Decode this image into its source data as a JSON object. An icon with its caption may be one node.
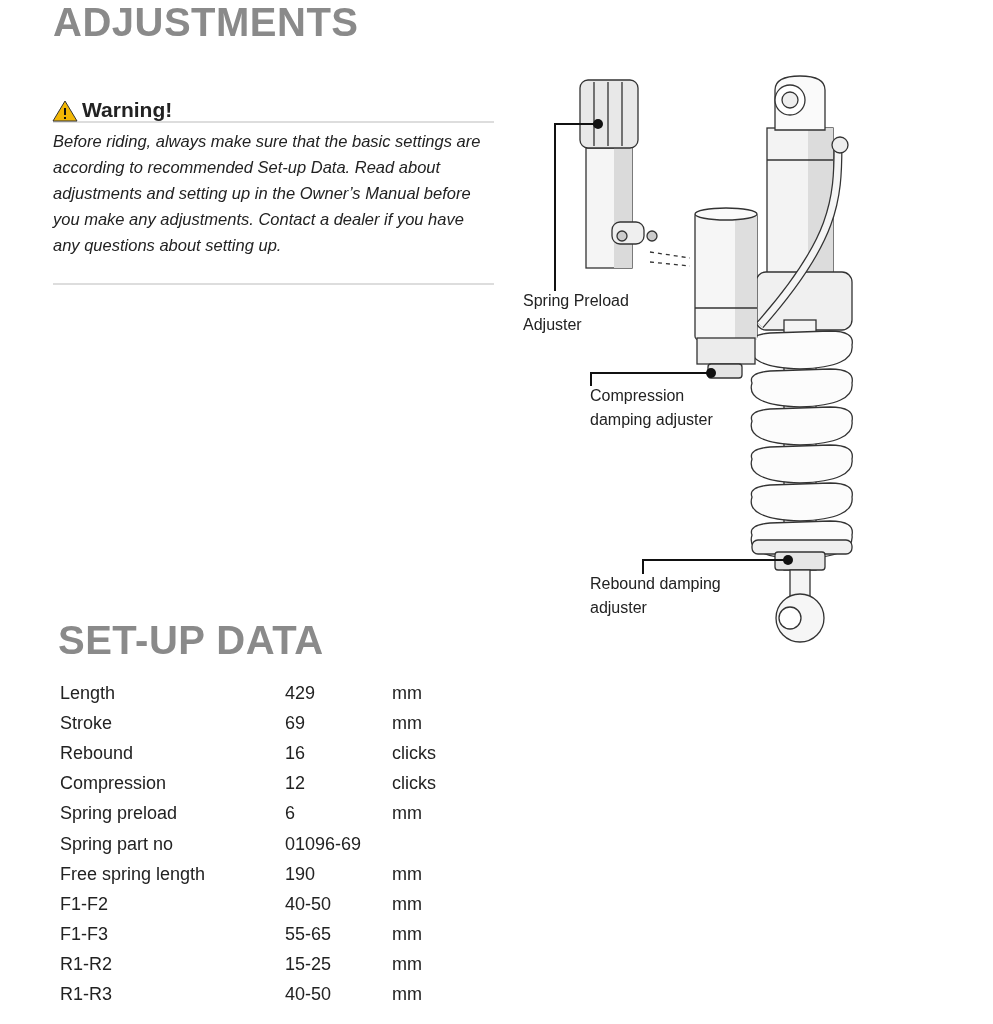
{
  "diagram": {
    "title": "ADJUSTMENTS",
    "nodes": [
      {
        "text": [
          "Spring Preload Adjuster"
        ]
      },
      {
        "text": [
          "Compression damping adjuster"
        ]
      },
      {
        "text": [
          "Rebound damping adjuster"
        ]
      }
    ],
    "edges": [
      {
        "from": 0,
        "to": null,
        "arrow": "other"
      },
      {
        "from": 1,
        "to": null,
        "arrow": "other"
      },
      {
        "from": 2,
        "to": null,
        "arrow": "other"
      }
    ],
    "labels": [
      "Warning!",
      "Before riding, always make sure that the basic settings are according to recommended Set-up Data. Read about adjustments and setting up in the Owner’s Manual before you make any adjustments. Contact a dealer if you have any questions about setting up.",
      "SET-UP DATA",
      "Length",
      "429",
      "mm",
      "Stroke",
      "69",
      "mm",
      "Rebound",
      "16",
      "clicks",
      "Compression",
      "12",
      "clicks",
      "Spring preload",
      "6",
      "mm",
      "Spring part no",
      "01096-69",
      "Free spring length",
      "190",
      "mm",
      "F1-F2",
      "40-50",
      "mm",
      "F1-F3",
      "55-65",
      "mm",
      "R1-R2",
      "15-25",
      "mm",
      "R1-R3",
      "40-50",
      "mm"
    ]
  }
}
